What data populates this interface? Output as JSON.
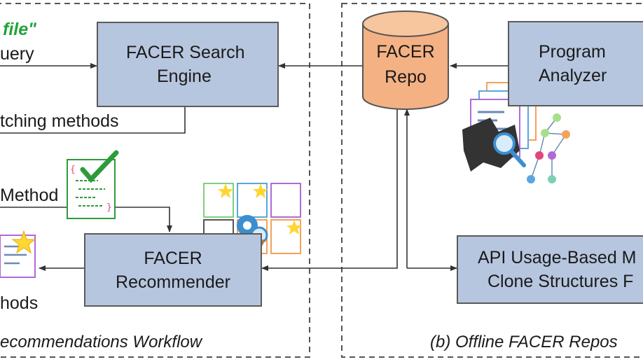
{
  "query_text_partial": "file\"",
  "query_label_partial": "uery",
  "matching_methods_partial": "tching methods",
  "method_label_partial": "Method",
  "methods_label_partial": "hods",
  "search_engine": {
    "line1": "FACER Search",
    "line2": "Engine"
  },
  "repo": {
    "line1": "FACER",
    "line2": "Repo"
  },
  "program_analyzer": {
    "line1": "Program",
    "line2": "Analyzer"
  },
  "recommender": {
    "line1": "FACER",
    "line2": "Recommender"
  },
  "api_clone": {
    "line1": "API Usage-Based M",
    "line2": "Clone Structures F"
  },
  "caption_left_partial": "ecommendations Workflow",
  "caption_right_partial": "(b) Offline FACER Repos",
  "colors": {
    "box_fill": "#b7c6df",
    "repo_fill": "#f4b183",
    "query_green": "#22a33a",
    "check_green": "#2e9b3a"
  }
}
